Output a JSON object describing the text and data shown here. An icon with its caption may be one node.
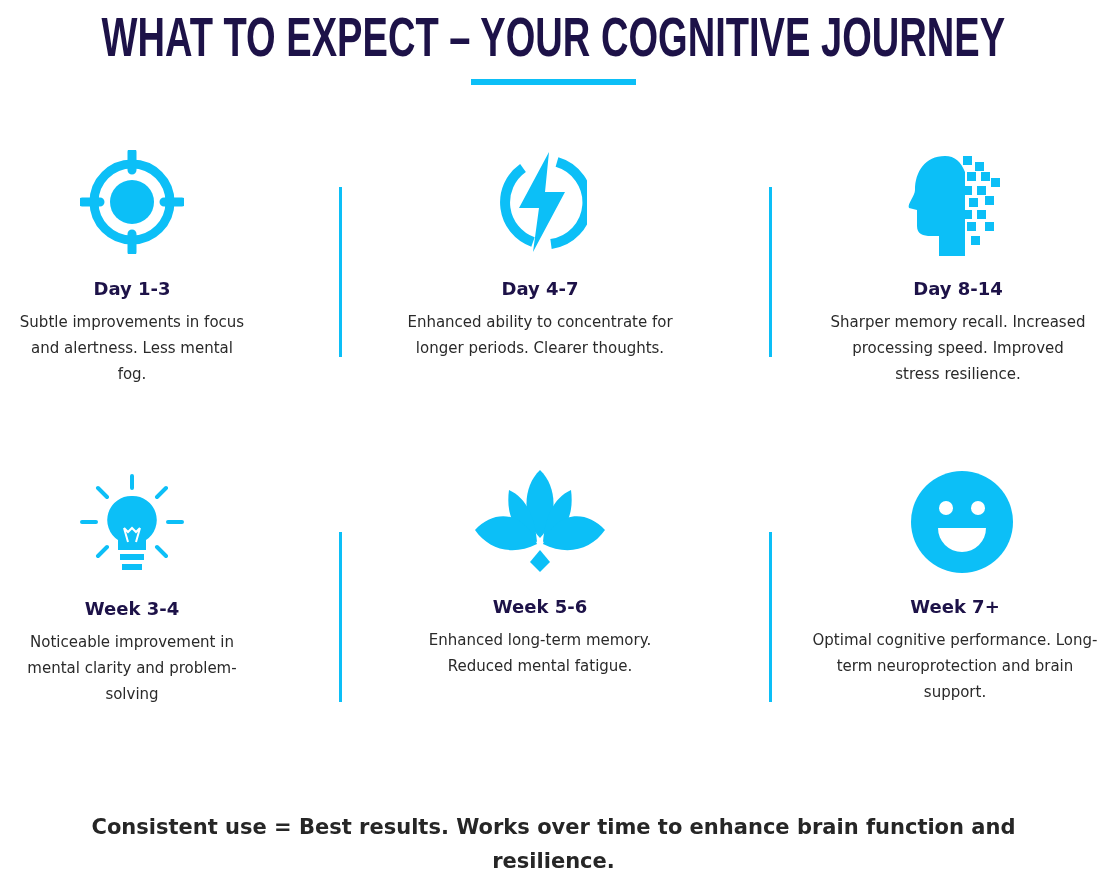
{
  "diagram": {
    "title": "WHAT TO EXPECT – YOUR COGNITIVE JOURNEY",
    "labels": [
      "Day 1-3",
      "Subtle improvements in focus and alertness. Less mental fog.",
      "Day 4-7",
      "Enhanced ability to concentrate for longer periods. Clearer thoughts.",
      "Day 8-14",
      "Sharper memory recall. Increased processing speed. Improved stress resilience.",
      "Week 3-4",
      "Noticeable improvement in mental clarity and problem-solving",
      "Week 5-6",
      "Enhanced long-term memory. Reduced mental fatigue.",
      "Week 7+",
      "Optimal cognitive performance. Long-term neuroprotection and brain support."
    ],
    "caption": "Consistent use = Best results. Works over time to enhance brain function and resilience."
  }
}
